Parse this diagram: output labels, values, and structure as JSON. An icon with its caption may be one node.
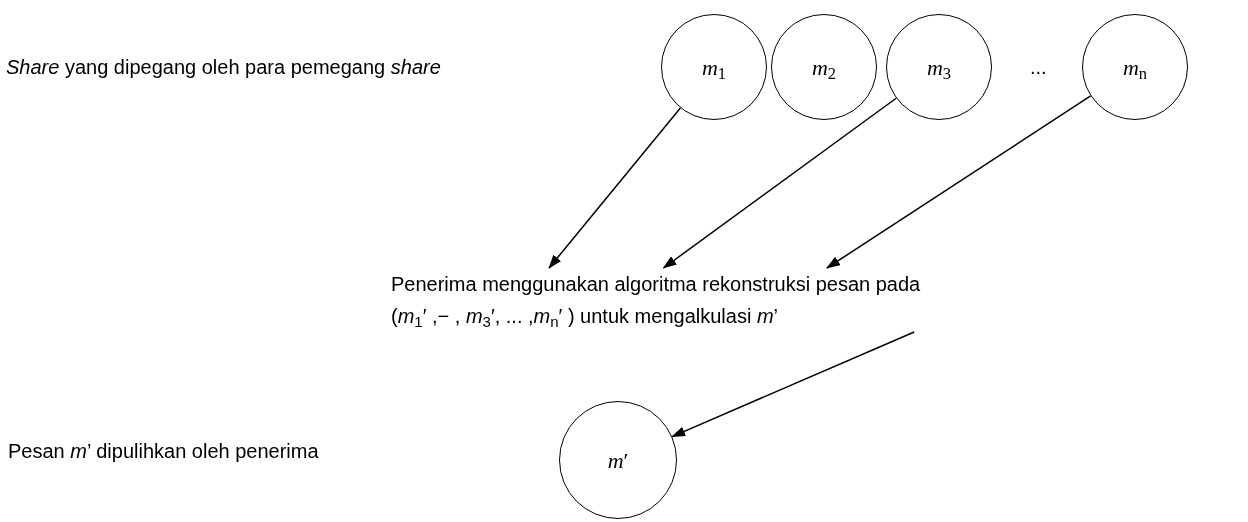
{
  "diagram": {
    "nodes": [
      {
        "text": [
          "*m*$_{1}$"
        ]
      },
      {
        "text": [
          "*m*$_{2}$"
        ]
      },
      {
        "text": [
          "*m*$_{3}$"
        ]
      },
      {
        "text": [
          "*m*$_{n}$"
        ]
      },
      {
        "text": [
          "Penerima menggunakan algoritma rekonstruksi pesan pada (*m*$_{1}$′ ,− , *m*$_{3}$′, ... ,*m*$_{n}$′ ) untuk mengalkulasi *m*’"
        ]
      },
      {
        "text": [
          "*m*′"
        ]
      }
    ],
    "edges": [
      {
        "from": 0,
        "to": 4,
        "arrow": "to"
      },
      {
        "from": 2,
        "to": 4,
        "arrow": "to"
      },
      {
        "from": 3,
        "to": 4,
        "arrow": "to"
      },
      {
        "from": 4,
        "to": 5,
        "arrow": "to"
      }
    ],
    "labels": [
      "*Share* yang dipegang oleh para pemegang *share*",
      "...",
      "Pesan *m*’ dipulihkan oleh penerima"
    ]
  }
}
